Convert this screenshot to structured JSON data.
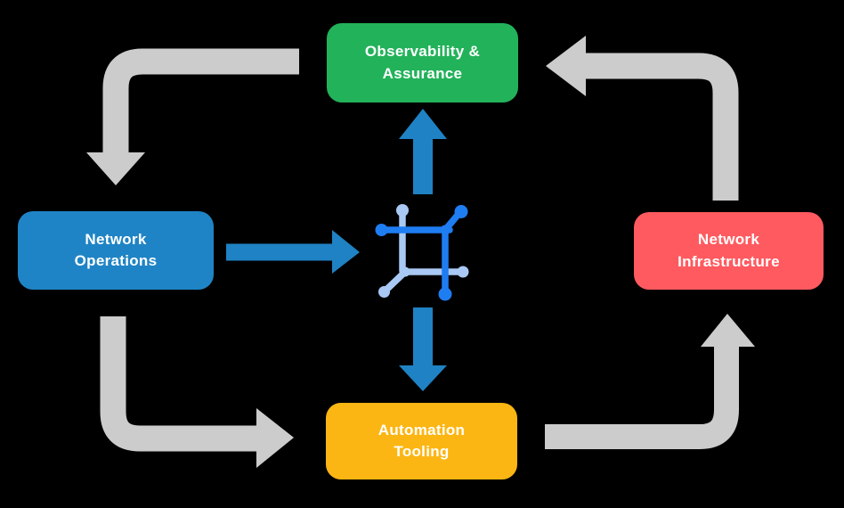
{
  "diagram": {
    "nodes": {
      "observability": {
        "line1": "Observability &",
        "line2": "Assurance",
        "color": "#22b25a"
      },
      "operations": {
        "line1": "Network",
        "line2": "Operations",
        "color": "#1f84c5"
      },
      "infrastructure": {
        "line1": "Network",
        "line2": "Infrastructure",
        "color": "#ff5a5f"
      },
      "automation": {
        "line1": "Automation",
        "line2": "Tooling",
        "color": "#fcb613"
      }
    },
    "center_icon": {
      "name": "network-mesh-icon",
      "color_dark": "#1f7df2",
      "color_light": "#a9c9f4"
    },
    "arrows": {
      "cycle_color": "#cccccc",
      "hub_color": "#1f82c4",
      "cycle_flow": [
        "observability -> operations",
        "operations -> automation",
        "automation -> infrastructure",
        "infrastructure -> observability"
      ],
      "hub_flow": [
        "operations -> hub",
        "hub -> observability",
        "hub -> automation"
      ]
    },
    "background_color": "#000000",
    "text_color": "#ffffff"
  }
}
